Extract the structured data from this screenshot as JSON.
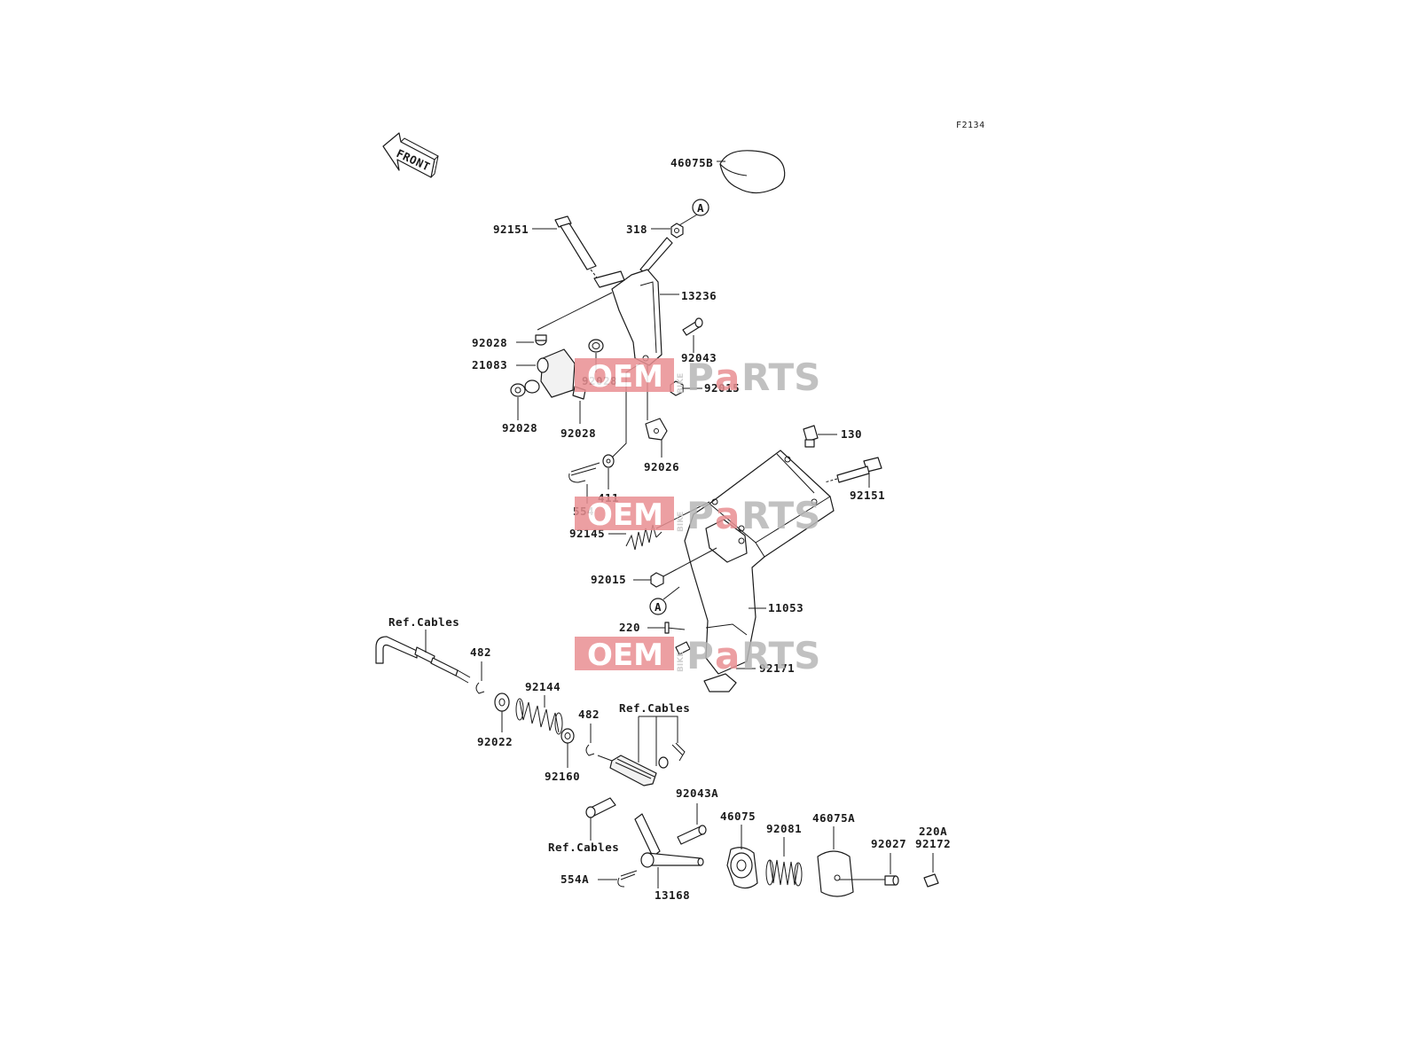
{
  "figure_code": "F2134",
  "front_label": "FRONT",
  "callout_label": "A",
  "watermark": {
    "oem": "OEM",
    "bike": "BIKE",
    "p": "P",
    "a": "a",
    "rts": "RTS"
  },
  "labels": {
    "l46075b": "46075B",
    "l318": "318",
    "l92151a": "92151",
    "l13236": "13236",
    "l92028a": "92028",
    "l92043": "92043",
    "l21083": "21083",
    "l92028b": "92028",
    "l92015a": "92015",
    "l92028c": "92028",
    "l92028d": "92028",
    "l92026": "92026",
    "l130": "130",
    "l92151b": "92151",
    "l411": "411",
    "l554": "554",
    "l92145": "92145",
    "l92015b": "92015",
    "l11053": "11053",
    "l220": "220",
    "l92171": "92171",
    "refcables1": "Ref.Cables",
    "l482a": "482",
    "l92144": "92144",
    "l482b": "482",
    "refcables2": "Ref.Cables",
    "l92022": "92022",
    "l92160": "92160",
    "l92043a": "92043A",
    "l46075": "46075",
    "l46075a": "46075A",
    "l92081": "92081",
    "l220a": "220A",
    "l92027": "92027",
    "l92172": "92172",
    "refcables3": "Ref.Cables",
    "l554a": "554A",
    "l13168": "13168"
  }
}
